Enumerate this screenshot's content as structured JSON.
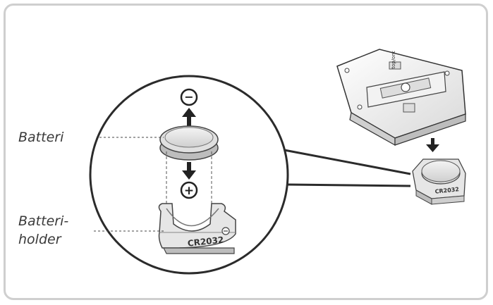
{
  "labels": {
    "battery": "Batteri",
    "holder_line1": "Batteri-",
    "holder_line2": "holder"
  },
  "holder_marking_detail": "CR2032",
  "holder_marking_small": "CR2032",
  "device_tag": "top/ont",
  "polarity": {
    "negative": "−",
    "positive": "+"
  },
  "colors": {
    "line": "#333333",
    "frame": "#cfcfcf",
    "part_fill": "#e6e6e6",
    "part_dark": "#bdbdbd"
  },
  "icons": [
    "arrow-up-icon",
    "arrow-down-icon",
    "minus-icon",
    "plus-icon"
  ]
}
